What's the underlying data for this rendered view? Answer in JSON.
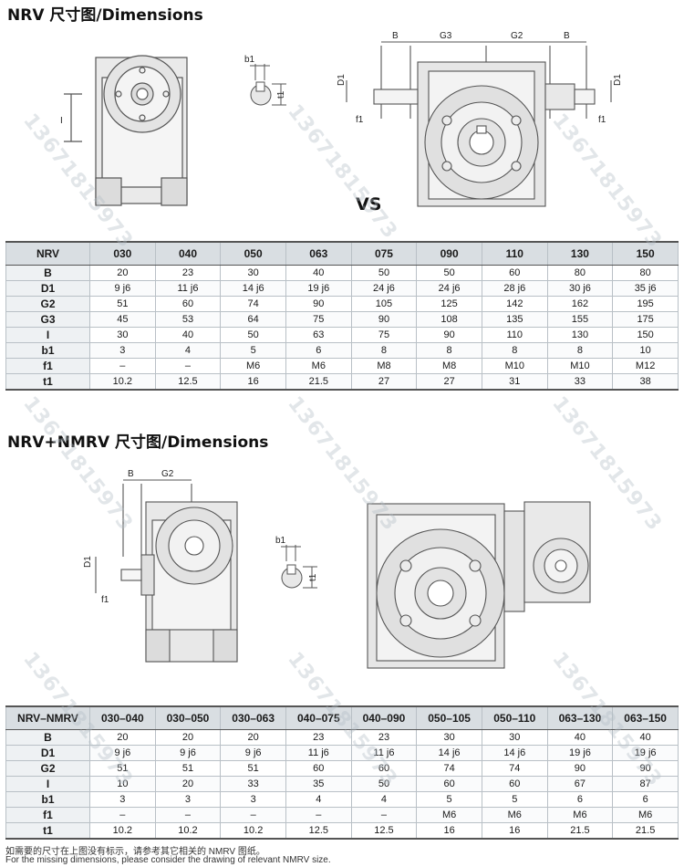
{
  "section1": {
    "title": "NRV 尺寸图/Dimensions",
    "vs_label": "VS",
    "drawing_labels": {
      "I": "I",
      "b1": "b1",
      "t1": "t1",
      "B": "B",
      "G3": "G3",
      "G2": "G2",
      "D1": "D1",
      "f1": "f1"
    },
    "table": {
      "header": [
        "NRV",
        "030",
        "040",
        "050",
        "063",
        "075",
        "090",
        "110",
        "130",
        "150"
      ],
      "rows": [
        {
          "label": "B",
          "values": [
            "20",
            "23",
            "30",
            "40",
            "50",
            "50",
            "60",
            "80",
            "80"
          ]
        },
        {
          "label": "D1",
          "values": [
            "9 j6",
            "11 j6",
            "14 j6",
            "19 j6",
            "24 j6",
            "24 j6",
            "28 j6",
            "30 j6",
            "35 j6"
          ]
        },
        {
          "label": "G2",
          "values": [
            "51",
            "60",
            "74",
            "90",
            "105",
            "125",
            "142",
            "162",
            "195"
          ]
        },
        {
          "label": "G3",
          "values": [
            "45",
            "53",
            "64",
            "75",
            "90",
            "108",
            "135",
            "155",
            "175"
          ]
        },
        {
          "label": "I",
          "values": [
            "30",
            "40",
            "50",
            "63",
            "75",
            "90",
            "110",
            "130",
            "150"
          ]
        },
        {
          "label": "b1",
          "values": [
            "3",
            "4",
            "5",
            "6",
            "8",
            "8",
            "8",
            "8",
            "10"
          ]
        },
        {
          "label": "f1",
          "values": [
            "–",
            "–",
            "M6",
            "M6",
            "M8",
            "M8",
            "M10",
            "M10",
            "M12"
          ]
        },
        {
          "label": "t1",
          "values": [
            "10.2",
            "12.5",
            "16",
            "21.5",
            "27",
            "27",
            "31",
            "33",
            "38"
          ]
        }
      ]
    }
  },
  "section2": {
    "title": "NRV+NMRV 尺寸图/Dimensions",
    "drawing_labels": {
      "B": "B",
      "G2": "G2",
      "D1": "D1",
      "f1": "f1",
      "b1": "b1",
      "t1": "t1"
    },
    "table": {
      "header": [
        "NRV–NMRV",
        "030–040",
        "030–050",
        "030–063",
        "040–075",
        "040–090",
        "050–105",
        "050–110",
        "063–130",
        "063–150"
      ],
      "rows": [
        {
          "label": "B",
          "values": [
            "20",
            "20",
            "20",
            "23",
            "23",
            "30",
            "30",
            "40",
            "40"
          ]
        },
        {
          "label": "D1",
          "values": [
            "9 j6",
            "9 j6",
            "9 j6",
            "11 j6",
            "11 j6",
            "14 j6",
            "14 j6",
            "19 j6",
            "19 j6"
          ]
        },
        {
          "label": "G2",
          "values": [
            "51",
            "51",
            "51",
            "60",
            "60",
            "74",
            "74",
            "90",
            "90"
          ]
        },
        {
          "label": "I",
          "values": [
            "10",
            "20",
            "33",
            "35",
            "50",
            "60",
            "60",
            "67",
            "87"
          ]
        },
        {
          "label": "b1",
          "values": [
            "3",
            "3",
            "3",
            "4",
            "4",
            "5",
            "5",
            "6",
            "6"
          ]
        },
        {
          "label": "f1",
          "values": [
            "–",
            "–",
            "–",
            "–",
            "–",
            "M6",
            "M6",
            "M6",
            "M6"
          ]
        },
        {
          "label": "t1",
          "values": [
            "10.2",
            "10.2",
            "10.2",
            "12.5",
            "12.5",
            "16",
            "16",
            "21.5",
            "21.5"
          ]
        }
      ]
    }
  },
  "notes": {
    "cn": "如需要的尺寸在上图没有标示，请参考其它相关的 NMRV 图纸。",
    "en": "For the missing dimensions, please consider the drawing of relevant NMRV size."
  },
  "watermark": "13671815973",
  "colors": {
    "line": "#555555",
    "header_bg": "#d9dee2",
    "part_fill": "#eeeeee"
  }
}
